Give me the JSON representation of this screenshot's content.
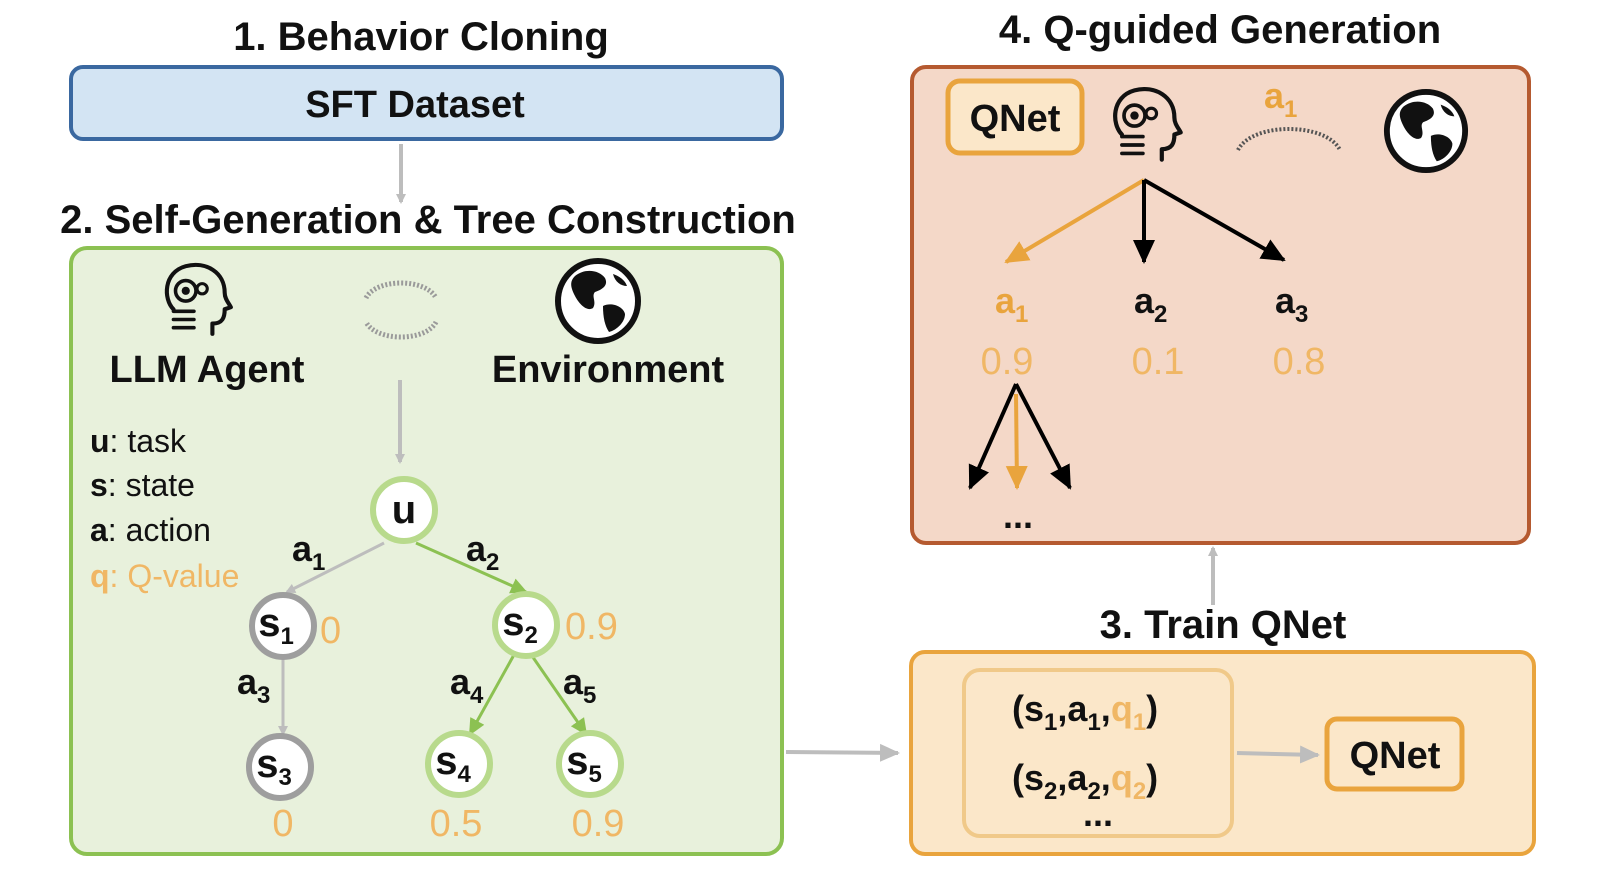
{
  "sections": {
    "bc": {
      "title": "1. Behavior Cloning",
      "box_label": "SFT Dataset"
    },
    "sg": {
      "title": "2. Self-Generation & Tree Construction",
      "agent_label": "LLM Agent",
      "env_label": "Environment",
      "legend": [
        {
          "key": "u",
          "text": ": task"
        },
        {
          "key": "s",
          "text": ": state"
        },
        {
          "key": "a",
          "text": ": action"
        },
        {
          "key": "q",
          "text": ": Q-value"
        }
      ]
    },
    "tq": {
      "title": "3. Train QNet",
      "pair1": {
        "s": "s",
        "s_sub": "1",
        "a": "a",
        "a_sub": "1",
        "q": "q",
        "q_sub": "1"
      },
      "pair2": {
        "s": "s",
        "s_sub": "2",
        "a": "a",
        "a_sub": "2",
        "q": "q",
        "q_sub": "2"
      },
      "ellipsis": "...",
      "qnet_label": "QNet"
    },
    "qg": {
      "title": "4. Q-guided Generation",
      "qnet_label": "QNet",
      "chosen_action": {
        "name": "a",
        "sub": "1"
      },
      "actions": [
        {
          "name": "a",
          "sub": "1",
          "q": "0.9",
          "highlight": true
        },
        {
          "name": "a",
          "sub": "2",
          "q": "0.1",
          "highlight": false
        },
        {
          "name": "a",
          "sub": "3",
          "q": "0.8",
          "highlight": false
        }
      ],
      "ellipsis": "..."
    }
  },
  "tree": {
    "root": "u",
    "nodes": [
      {
        "id": "s1",
        "name": "s",
        "sub": "1",
        "q": "0"
      },
      {
        "id": "s2",
        "name": "s",
        "sub": "2",
        "q": "0.9"
      },
      {
        "id": "s3",
        "name": "s",
        "sub": "3",
        "q": "0"
      },
      {
        "id": "s4",
        "name": "s",
        "sub": "4",
        "q": "0.5"
      },
      {
        "id": "s5",
        "name": "s",
        "sub": "5",
        "q": "0.9"
      }
    ],
    "edges": [
      {
        "name": "a",
        "sub": "1"
      },
      {
        "name": "a",
        "sub": "2"
      },
      {
        "name": "a",
        "sub": "3"
      },
      {
        "name": "a",
        "sub": "4"
      },
      {
        "name": "a",
        "sub": "5"
      }
    ]
  },
  "colors": {
    "bc_fill": "#d3e4f3",
    "bc_stroke": "#3a68a0",
    "sg_fill": "#e8f1dc",
    "sg_stroke": "#8cc152",
    "tq_fill": "#fbe7c9",
    "tq_stroke": "#e9a43d",
    "qg_fill": "#f4d8c8",
    "qg_stroke": "#b55a30",
    "orange": "#e9a43d",
    "qvalue": "#f0b765",
    "gray_arrow": "#bdbdbd",
    "green_arrow": "#8cc152"
  },
  "icons": [
    "head-robot-icon",
    "globe-icon",
    "cycle-arrows-icon",
    "signal-arc-icon"
  ]
}
